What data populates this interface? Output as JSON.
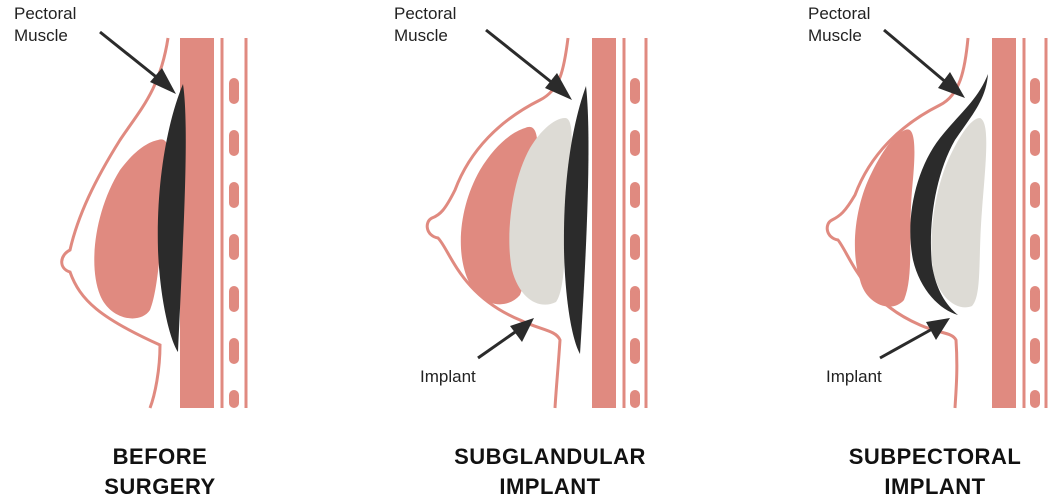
{
  "colors": {
    "tissue": "#E08A80",
    "outline": "#E08A80",
    "muscle": "#2B2B2B",
    "implant": "#DDDBD5",
    "text": "#111111"
  },
  "panels": [
    {
      "muscle_label": [
        "Pectoral",
        "Muscle"
      ],
      "implant_label": "",
      "caption": [
        "BEFORE",
        "SURGERY"
      ]
    },
    {
      "muscle_label": [
        "Pectoral",
        "Muscle"
      ],
      "implant_label": "Implant",
      "caption": [
        "SUBGLANDULAR",
        "IMPLANT"
      ]
    },
    {
      "muscle_label": [
        "Pectoral",
        "Muscle"
      ],
      "implant_label": "Implant",
      "caption": [
        "SUBPECTORAL",
        "IMPLANT"
      ]
    }
  ]
}
